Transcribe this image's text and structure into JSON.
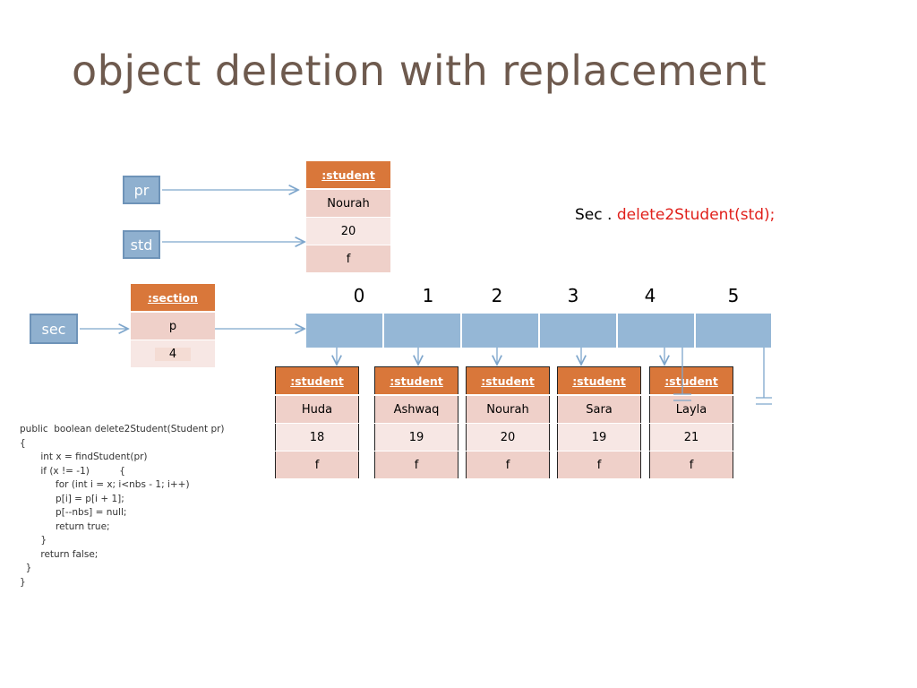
{
  "title": "object deletion with replacement",
  "vars": {
    "pr": "pr",
    "std": "std",
    "sec": "sec"
  },
  "top_student": {
    "header": ":student",
    "name": "Nourah",
    "age": "20",
    "gender": "f"
  },
  "section": {
    "header": ":section",
    "field1": "p",
    "field2": "4"
  },
  "call": {
    "prefix": "Sec . ",
    "method": "delete2Student(std);"
  },
  "indices": [
    "0",
    "1",
    "2",
    "3",
    "4",
    "5"
  ],
  "students": [
    {
      "header": ":student",
      "name": "Huda",
      "age": "18",
      "gender": "f"
    },
    {
      "header": ":student",
      "name": "Ashwaq",
      "age": "19",
      "gender": "f"
    },
    {
      "header": ":student",
      "name": "Nourah",
      "age": "20",
      "gender": "f"
    },
    {
      "header": ":student",
      "name": "Sara",
      "age": "19",
      "gender": "f"
    },
    {
      "header": ":student",
      "name": "Layla",
      "age": "21",
      "gender": "f"
    }
  ],
  "code": [
    "public  boolean delete2Student(Student pr)",
    "{",
    "       int x = findStudent(pr)",
    "       if (x != -1)          {",
    "            for (int i = x; i<nbs - 1; i++)",
    "            p[i] = p[i + 1];",
    "            p[--nbs] = null;",
    "            return true;",
    "       }",
    "       return false;",
    "  }",
    "}"
  ],
  "colors": {
    "title": "#6e5a4e",
    "header": "#d9773a",
    "array": "#95b7d6",
    "method": "#e0201b"
  }
}
